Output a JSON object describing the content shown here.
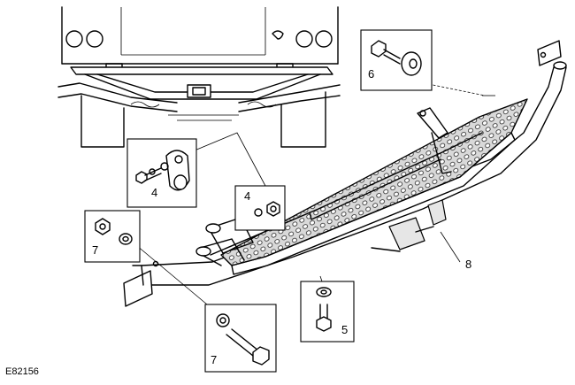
{
  "figure": {
    "code": "E82156",
    "callouts": {
      "c4a": "4",
      "c4b": "4",
      "c5": "5",
      "c6": "6",
      "c7a": "7",
      "c7b": "7",
      "c8": "8"
    }
  },
  "chart_data": {
    "type": "diagram",
    "part_numbers": [
      "4",
      "4",
      "5",
      "6",
      "7",
      "7",
      "8"
    ]
  }
}
